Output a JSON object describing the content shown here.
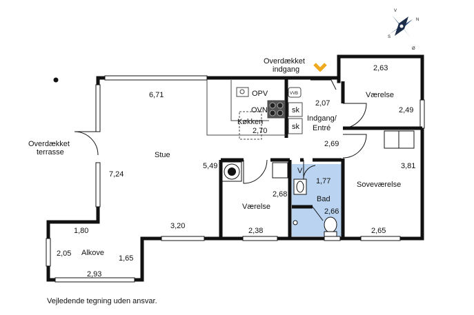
{
  "labels": {
    "entrance_covered": "Overdækket",
    "entrance_word": "indgang",
    "terrace_covered": "Overdækket",
    "terrace_word": "terrasse",
    "stue": "Stue",
    "kokken": "Køkken",
    "opv": "OPV",
    "ovn": "OVN",
    "vvb": "VVB",
    "sk1": "sk",
    "sk2": "sk",
    "indgang": "Indgang/",
    "entre": "Entré",
    "vaerelse_top": "Værelse",
    "vaerelse_mid": "Værelse",
    "sovevaerelse": "Soveværelse",
    "bad": "Bad",
    "v": "V",
    "alkove": "Alkove"
  },
  "dimensions": {
    "d_671": "6,71",
    "d_270": "2,70",
    "d_207": "2,07",
    "d_263": "2,63",
    "d_249": "2,49",
    "d_269": "2,69",
    "d_381": "3,81",
    "d_549": "5,49",
    "d_724": "7,24",
    "d_177": "1,77",
    "d_268": "2,68",
    "d_266": "2,66",
    "d_238": "2,38",
    "d_265": "2,65",
    "d_180": "1,80",
    "d_320": "3,20",
    "d_205": "2,05",
    "d_165": "1,65",
    "d_293": "2,93"
  },
  "compass": {
    "n": "N",
    "s": "S",
    "v": "V",
    "o": "Ø"
  },
  "colors": {
    "wall": "#111111",
    "bath": "#b9d3f0",
    "arrow": "#f0a81c"
  },
  "footer": "Vejledende tegning uden ansvar."
}
